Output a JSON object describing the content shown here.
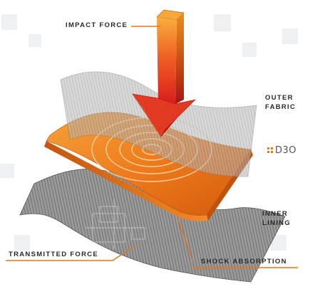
{
  "labels": {
    "impact_force": "IMPACT FORCE",
    "outer_fabric_line1": "OUTER",
    "outer_fabric_line2": "FABRIC",
    "brand": "D3O",
    "inner_lining_line1": "INNER",
    "inner_lining_line2": "LINING",
    "transmitted_force": "TRANSMITTED FORCE",
    "shock_absorption": "SHOCK ABSORPTION"
  },
  "colors": {
    "accent_orange": "#e8731a",
    "arrow_red": "#d8231e",
    "fabric_grey": "#7a7a7a",
    "label_text": "#2a2a2a"
  },
  "icons": {
    "brand_mark": "d3o-grid-logo-icon",
    "impact_arrow": "down-arrow-icon"
  }
}
